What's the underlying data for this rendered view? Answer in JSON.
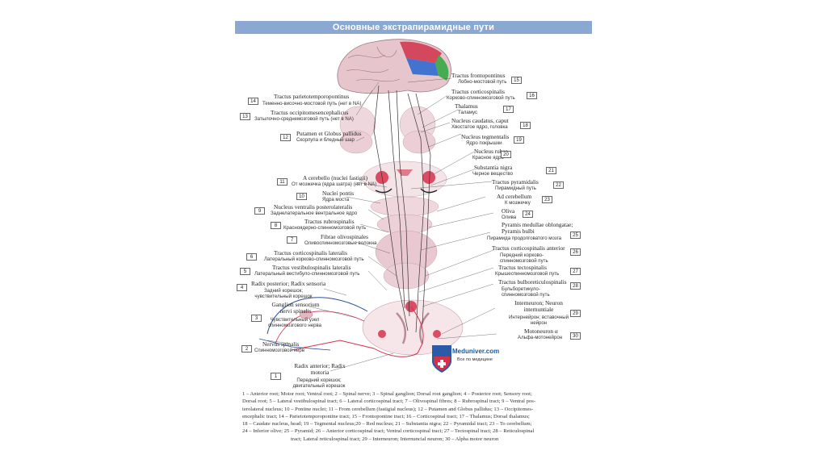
{
  "title": "Основные экстрапирамидные пути",
  "labels": [
    {
      "n": "15",
      "lat": "Tractus frontopontinus",
      "rus": "Лобно-мостовой путь"
    },
    {
      "n": "16",
      "lat": "Tractus corticospinalis",
      "rus": "Корково-спинномозговой путь"
    },
    {
      "n": "17",
      "lat": "Thalamus",
      "rus": "Таламус"
    },
    {
      "n": "18",
      "lat": "Nucleus caudatus, caput",
      "rus": "Хвостатое ядро, головка"
    },
    {
      "n": "19",
      "lat": "Nucleus tegmentalis",
      "rus": "Ядро покрышки"
    },
    {
      "n": "20",
      "lat": "Nucleus ruber",
      "rus": "Красное ядро"
    },
    {
      "n": "21",
      "lat": "Substantia nigra",
      "rus": "Черное вещество"
    },
    {
      "n": "22",
      "lat": "Tractus pyramidalis",
      "rus": "Пирамидный путь"
    },
    {
      "n": "23",
      "lat": "Ad cerebellum",
      "rus": "К мозжечку"
    },
    {
      "n": "24",
      "lat": "Oliva",
      "rus": "Олива"
    },
    {
      "n": "25",
      "lat": "Pyramis medullae oblongatae; Pyramis bulbi",
      "rus": "Пирамида продолговатого мозга"
    },
    {
      "n": "26",
      "lat": "Tractus corticospinalis anterior",
      "rus": "Передний корково-спинномозговой путь"
    },
    {
      "n": "27",
      "lat": "Tractus tectospinalis",
      "rus": "Крышеспинномозговой путь"
    },
    {
      "n": "28",
      "lat": "Tractus bulboreticulospinalis",
      "rus": "Бульборетикуло-спинномозговой путь"
    },
    {
      "n": "29",
      "lat": "Interneuron; Neuron internuntiale",
      "rus": "Интернейрон; вставочный нейрон"
    },
    {
      "n": "30",
      "lat": "Motoneuron α",
      "rus": "Альфа-мотонейрон"
    },
    {
      "n": "14",
      "lat": "Tractus parietotemporopontinus",
      "rus": "Теменно-височно-мостовой путь (нет в NA)"
    },
    {
      "n": "13",
      "lat": "Tractus occipitomesencephalicus",
      "rus": "Затылочно-среднемозговой путь (нет в NA)"
    },
    {
      "n": "12",
      "lat": "Putamen et Globus pallidus",
      "rus": "Скорлупа и бледный шар"
    },
    {
      "n": "11",
      "lat": "A cerebello (nuclei fastigii)",
      "rus": "От мозжечка (ядра шатра) (нет в NA)"
    },
    {
      "n": "10",
      "lat": "Nuclei pontis",
      "rus": "Ядра моста"
    },
    {
      "n": "9",
      "lat": "Nucleus ventralis posterolateralis",
      "rus": "Заднелатеральное вентральное ядро"
    },
    {
      "n": "8",
      "lat": "Tractus rubrospinalis",
      "rus": "Красноядерно-спинномозговой путь"
    },
    {
      "n": "7",
      "lat": "Fibrae olivospinales",
      "rus": "Оливоспинномозговые волокна"
    },
    {
      "n": "6",
      "lat": "Tractus corticospinalis lateralis",
      "rus": "Латеральный корково-спинномозговой путь"
    },
    {
      "n": "5",
      "lat": "Tractus vestibulospinalis lateralis",
      "rus": "Латеральный вестибуло-спинномозговой путь"
    },
    {
      "n": "4",
      "lat": "Radix posterior; Radix sensoria",
      "rus": "Задний корешок; чувствительный корешок"
    },
    {
      "n": "3",
      "lat": "Ganglion sensorium nervi spinalis",
      "rus": "Чувствительный узел спинномозгового нерва"
    },
    {
      "n": "2",
      "lat": "Nervus spinalis",
      "rus": "Спинномозговой нерв"
    },
    {
      "n": "1",
      "lat": "Radix anterior; Radix motoria",
      "rus": "Передний корешок; двигательный корешок"
    }
  ],
  "watermark": {
    "name": "Meduniver.com",
    "tagline": "Все по медицине"
  },
  "legend": [
    "1 – Anterior root; Motor root; Ventral root; 2 – Spinal nerve; 3 – Spinal ganglion; Dorsal root ganglion; 4 – Posterior root; Sensory root;",
    "Dorsal root; 5 – Lateral vestibulospinal tract; 6 – Lateral corticospinal tract; 7 – Olivospinal fibres; 8 – Rubrospinal tract; 9 – Ventral pos-",
    "terolateral nucleus; 10 – Pontine nuclei; 11 – From cerebellum (fastigial nucleus); 12 – Putamen and Globus pallidus; 13 – Occipitomes-",
    "encephalic tract; 14 – Parietotemporopontine tract; 15 – Frontopontine tract; 16 – Corticospinal tract; 17 – Thalamus; Dorsal thalamus;",
    "18 – Caudate nucleus, head; 19 – Tegmental nucleus;20 – Red nucleus; 21 – Substantia nigra; 22 – Pyramidal tract; 23 – To cerebellum;",
    "24 – Inferior olive; 25 – Pyramid; 26 – Anterior corticospinal tract; Ventral corticospinal tract; 27 – Tectospinal tract; 28 – Reticulospinal",
    "tract; Lateral reticulospinal tract; 29 – Interneuron; Internuncial neuron; 30 – Alpha motor neuron"
  ]
}
